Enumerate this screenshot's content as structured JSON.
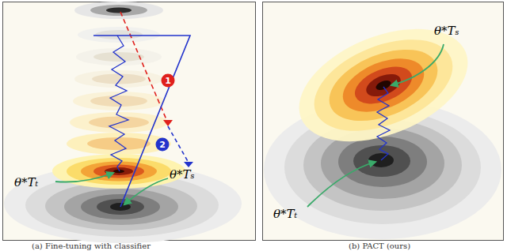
{
  "diagram": {
    "nodes": [
      {
        "text": [
          "1"
        ]
      },
      {
        "text": [
          "2"
        ]
      }
    ],
    "labels": [
      "θ*Tₜ",
      "θ*Tₛ",
      "θ*Tₛ",
      "θ*Tₜ",
      "(a) Fine-tuning with classifier",
      "(b) PACT (ours)"
    ]
  }
}
